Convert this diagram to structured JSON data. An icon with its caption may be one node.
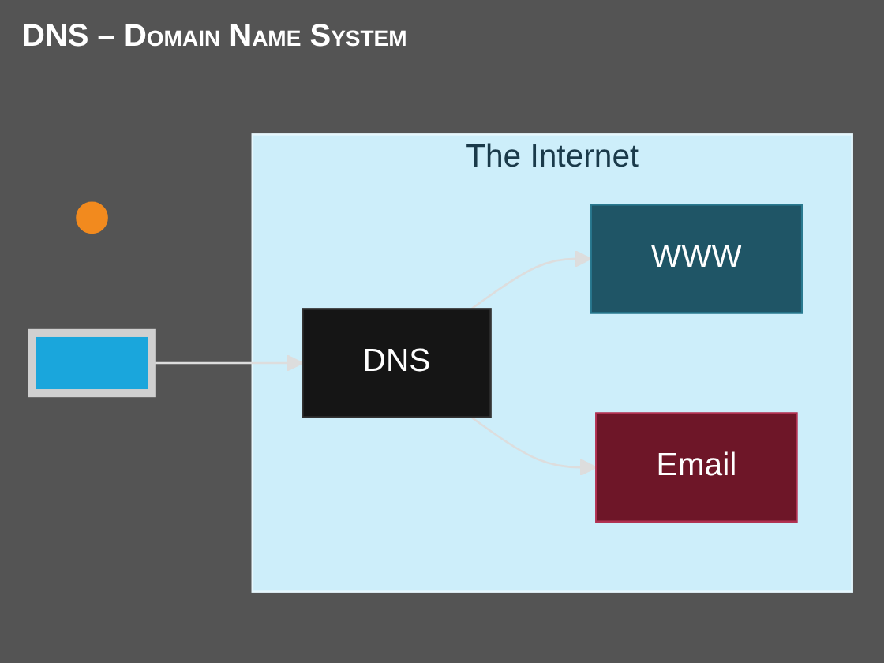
{
  "diagram": {
    "title": "DNS – Domain Name System",
    "nodes": [
      {
        "text": [],
        "shape": "person"
      },
      {
        "text": [],
        "shape": "laptop"
      },
      {
        "text": [
          "The Internet"
        ]
      },
      {
        "text": [
          "DNS"
        ],
        "in": 2
      },
      {
        "text": [
          "WWW"
        ],
        "in": 2
      },
      {
        "text": [
          "Email"
        ],
        "in": 2
      }
    ],
    "edges": [
      {
        "from": 1,
        "to": 3,
        "arrow": "to"
      },
      {
        "from": 3,
        "to": 4,
        "arrow": "to"
      },
      {
        "from": 3,
        "to": 5,
        "arrow": "to"
      }
    ]
  }
}
